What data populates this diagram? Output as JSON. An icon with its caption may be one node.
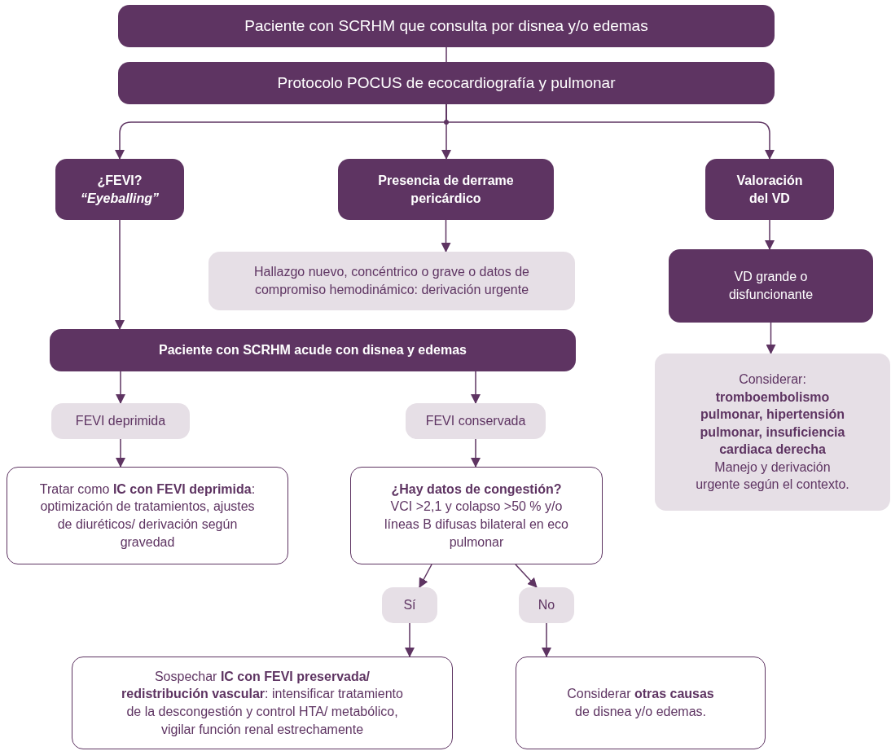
{
  "diagram": {
    "nodes": [
      {
        "text": [
          "Paciente con SCRHM que consulta por disnea y/o edemas"
        ]
      },
      {
        "text": [
          "Protocolo POCUS de ecocardiografía y pulmonar"
        ]
      },
      {
        "text": [
          "¿FEVI? *“Eyeballing”*"
        ]
      },
      {
        "text": [
          "Presencia de derrame pericárdico"
        ]
      },
      {
        "text": [
          "Valoración del VD"
        ]
      },
      {
        "text": [
          "Hallazgo nuevo, concéntrico o grave o datos de compromiso hemodinámico: derivación urgente"
        ]
      },
      {
        "text": [
          "VD grande o disfuncionante"
        ]
      },
      {
        "text": [
          "Paciente con SCRHM acude con disnea y edemas"
        ]
      },
      {
        "text": [
          "Considerar:",
          "tromboembolismo pulmonar, hipertensión pulmonar, insuficiencia cardiaca derecha",
          "Manejo y derivación urgente según el contexto."
        ]
      },
      {
        "text": [
          "FEVI deprimida"
        ]
      },
      {
        "text": [
          "FEVI conservada"
        ]
      },
      {
        "text": [
          "Tratar como **IC con FEVI deprimida**: optimización de tratamientos, ajustes de diuréticos/ derivación según gravedad"
        ]
      },
      {
        "text": [
          "¿Hay datos de congestión?",
          "VCI >2,1 y colapso >50 % y/o líneas B difusas bilateral en eco pulmonar"
        ]
      },
      {
        "text": [
          "Sí"
        ]
      },
      {
        "text": [
          "No"
        ]
      },
      {
        "text": [
          "Sospechar **IC con FEVI preservada/ redistribución vascular**: intensificar tratamiento de la descongestión y control HTA/ metabólico, vigilar función renal estrechamente"
        ]
      },
      {
        "text": [
          "Considerar **otras causas** de disnea y/o edemas."
        ]
      }
    ],
    "edges": [
      {
        "from": 0,
        "to": 1,
        "arrow": "none"
      },
      {
        "from": 1,
        "to": 2,
        "arrow": "to"
      },
      {
        "from": 1,
        "to": 3,
        "arrow": "to"
      },
      {
        "from": 1,
        "to": 4,
        "arrow": "to"
      },
      {
        "from": 2,
        "to": 7,
        "arrow": "to"
      },
      {
        "from": 3,
        "to": 5,
        "arrow": "to"
      },
      {
        "from": 4,
        "to": 6,
        "arrow": "to"
      },
      {
        "from": 6,
        "to": 8,
        "arrow": "to"
      },
      {
        "from": 7,
        "to": 9,
        "arrow": "to"
      },
      {
        "from": 7,
        "to": 10,
        "arrow": "to"
      },
      {
        "from": 9,
        "to": 11,
        "arrow": "to"
      },
      {
        "from": 10,
        "to": 12,
        "arrow": "to"
      },
      {
        "from": 12,
        "to": 13,
        "arrow": "to"
      },
      {
        "from": 12,
        "to": 14,
        "arrow": "to"
      },
      {
        "from": 13,
        "to": 15,
        "arrow": "to"
      },
      {
        "from": 14,
        "to": 16,
        "arrow": "to"
      }
    ]
  }
}
